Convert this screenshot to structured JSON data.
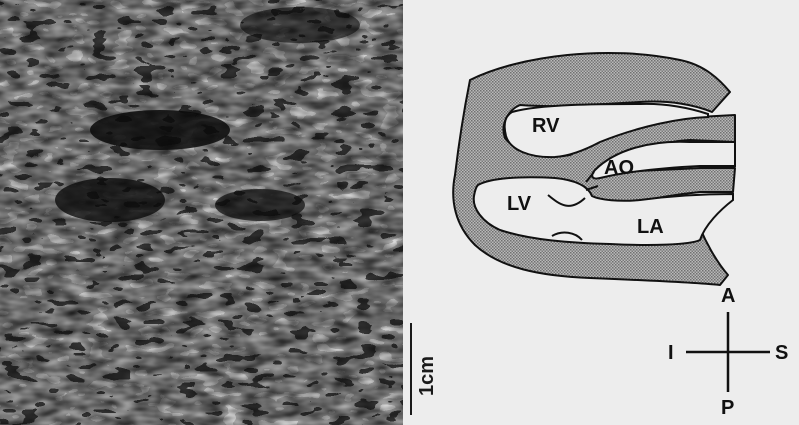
{
  "scale": {
    "label": "1cm"
  },
  "chambers": {
    "rv": "RV",
    "ao": "AO",
    "lv": "LV",
    "la": "LA"
  },
  "orientation": {
    "anterior": "A",
    "posterior": "P",
    "inferior": "I",
    "superior": "S"
  }
}
